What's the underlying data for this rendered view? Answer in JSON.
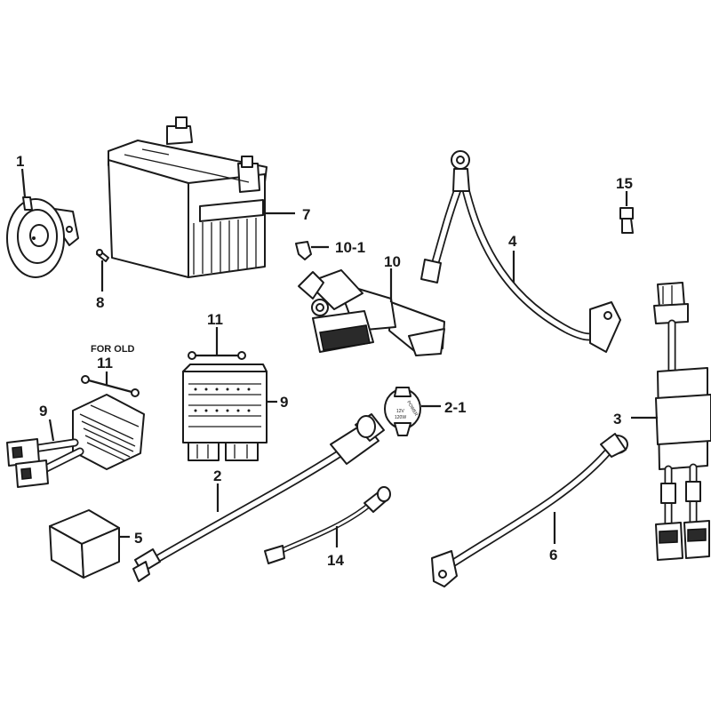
{
  "callouts": {
    "horn": "1",
    "battery": "7",
    "bolt": "8",
    "relay_clip": "10-1",
    "starter_relay": "10",
    "battery_cable_positive": "4",
    "fuse": "15",
    "regulator_screws": "11",
    "regulator_new": "9",
    "power_socket": "2-1",
    "socket_harness": "2",
    "regulator_old_screws": "11",
    "regulator_old": "9",
    "note_for_old": "FOR OLD",
    "flasher_relay": "5",
    "lead_wire": "14",
    "battery_cable_negative": "6",
    "wire_harness_sub": "3"
  },
  "socket_label": {
    "line1": "POWER",
    "line2": "12V",
    "line3": "120W"
  }
}
